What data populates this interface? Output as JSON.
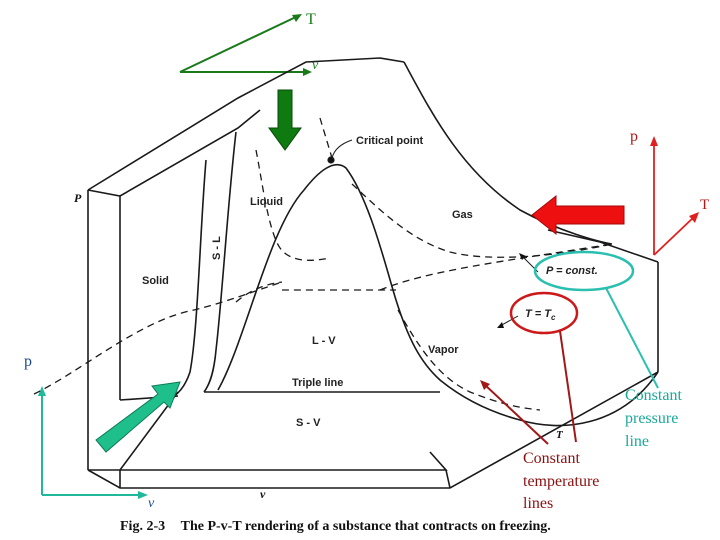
{
  "top_axes": {
    "t_label": "T",
    "v_label": "v",
    "color": "#1a7a1a"
  },
  "right_axes": {
    "p_label": "p",
    "t_label": "T",
    "color": "#e02020"
  },
  "left_axes": {
    "p_label": "p",
    "v_label": "v",
    "color": "#1fb89a"
  },
  "surface": {
    "p_axis": "P",
    "t_axis": "T",
    "v_axis": "v",
    "regions": {
      "critical_point": "Critical point",
      "liquid": "Liquid",
      "gas": "Gas",
      "solid": "Solid",
      "s_l": "S - L",
      "l_v": "L - V",
      "vapor": "Vapor",
      "triple_line": "Triple line",
      "s_v": "S - V"
    },
    "p_const": "P = const.",
    "t_tc": "T = T",
    "tc_sub": "c"
  },
  "annotations": {
    "constant_pressure": [
      "Constant",
      "pressure",
      "line"
    ],
    "constant_pressure_color": "#2bbfb0",
    "constant_temperature": [
      "Constant",
      "temperature",
      "lines"
    ],
    "constant_temperature_color": "#a01818"
  },
  "caption": {
    "prefix": "Fig. 2-3",
    "text": "The P-v-T rendering of a substance that contracts on freezing."
  },
  "arrow_colors": {
    "green": "#0f7a10",
    "red": "#ee1010",
    "teal": "#1fbf8c"
  }
}
